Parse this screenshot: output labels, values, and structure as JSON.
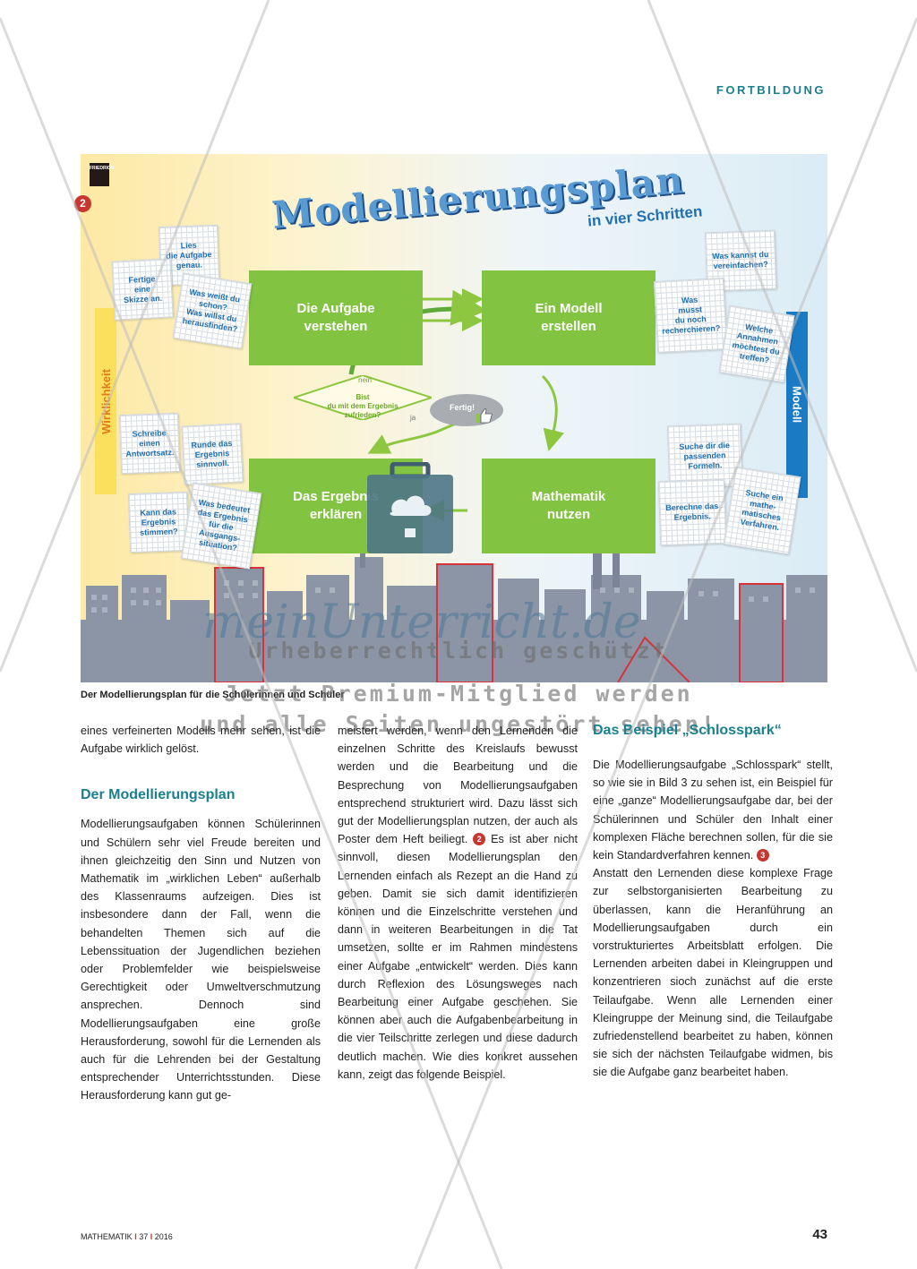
{
  "header": {
    "section": "FORTBILDUNG"
  },
  "poster": {
    "logo_text": "FRIEDRICH",
    "figure_number": "2",
    "title": "Modellierungsplan",
    "subtitle": "in vier Schritten",
    "side_left": "Wirklichkeit",
    "side_right": "Modell",
    "steps": {
      "verstehen": "Die Aufgabe\nverstehen",
      "modell": "Ein Modell\nerstellen",
      "erklaeren": "Das Ergebnis\nerklären",
      "nutzen": "Mathematik\nnutzen"
    },
    "decision": "Bist\ndu mit dem Ergebnis\nzufrieden?",
    "no_label": "nein",
    "yes_label": "ja",
    "done": "Fertig!",
    "notes": {
      "lies": "Lies\ndie Aufgabe\ngenau.",
      "skizze": "Fertige\neine\nSkizze an.",
      "weisst": "Was weißt du\nschon?\nWas willst du\nherausfinden?",
      "vereinfachen": "Was kannst du\nvereinfachen?",
      "recherchieren": "Was\nmusst\ndu noch\nrecherchieren?",
      "annahmen": "Welche\nAnnahmen\nmöchtest du\ntreffen?",
      "antwortsatz": "Schreibe\neinen\nAntwortsatz.",
      "runde": "Runde das\nErgebnis\nsinnvoll.",
      "stimmen": "Kann das\nErgebnis\nstimmen?",
      "bedeutet": "Was bedeutet\ndas Ergebnis\nfür die\nAusgangs-\nsituation?",
      "formeln": "Suche dir die\npassenden\nFormeln.",
      "berechne": "Berechne das\nErgebnis.",
      "verfahren": "Suche ein\nmathe-\nmatisches\nVerfahren."
    }
  },
  "watermark": {
    "brand": "meinUnterricht.de",
    "line1": "Urheberrechtlich geschützt",
    "line2": "Jetzt Premium-Mitglied werden",
    "line3": "und alle Seiten ungestört sehen!"
  },
  "caption": "Der Modellierungsplan für die Schülerinnen und Schüler",
  "col1": {
    "intro": "eines verfeinerten Modells mehr sehen, ist die Aufgabe wirklich gelöst.",
    "heading": "Der Modellierungsplan",
    "body": "Modellierungsaufgaben können Schülerinnen und Schülern sehr viel Freude bereiten und ihnen gleichzeitig den Sinn und Nutzen von Mathematik im „wirklichen Leben“ außerhalb des Klassenraums aufzeigen. Dies ist insbesondere dann der Fall, wenn die behandelten Themen sich auf die Lebenssituation der Jugendlichen beziehen oder Problemfelder wie beispielsweise Gerechtigkeit oder Umweltverschmutzung ansprechen. Dennoch sind Modellierungsaufgaben eine große Herausforderung, sowohl für die Lernenden als auch für die Lehrenden bei der Gestaltung entsprechender Unterrichtsstunden. Diese Herausforderung kann gut ge-"
  },
  "col2": {
    "part1": "meistert werden, wenn den Lernenden die einzelnen Schritte des Kreislaufs bewusst werden und die Bearbeitung und die Besprechung von Modellierungsaufgaben entsprechend strukturiert wird. Dazu lässt sich gut der Modellierungsplan nutzen, der auch als Poster dem Heft beiliegt.",
    "ref": "2",
    "part2": "Es ist aber nicht sinnvoll, diesen Modellierungsplan den Lernenden einfach als Rezept an die Hand zu geben. Damit sie sich damit identifizieren können und die Einzelschritte verstehen und dann in weiteren Bearbeitungen in die Tat umsetzen, sollte er im Rahmen mindestens einer Aufgabe „entwickelt“ werden. Dies kann durch Reflexion des Lösungsweges nach Bearbeitung einer Aufgabe geschehen. Sie können aber auch die Aufgabenbearbeitung in die vier Teilschritte zerlegen und diese dadurch deutlich machen. Wie dies konkret aussehen kann, zeigt das folgende Beispiel."
  },
  "col3": {
    "heading": "Das Beispiel „Schlosspark“",
    "part1": "Die Modellierungsaufgabe „Schlosspark“ stellt, so wie sie in Bild 3 zu sehen ist, ein Beispiel für eine „ganze“ Modellierungsaufgabe dar, bei der Schülerinnen und Schüler den Inhalt einer komplexen Fläche berechnen sollen, für die sie kein Standardverfahren kennen.",
    "ref": "3",
    "part2": "Anstatt den Lernenden diese komplexe Frage zur selbstorganisierten Bearbeitung zu überlassen, kann die Heranführung an Modellierungsaufgaben durch ein vorstrukturiertes Arbeitsblatt erfolgen. Die Lernenden arbeiten dabei in Kleingruppen und konzentrieren sioch zunächst auf die erste Teilaufgabe. Wenn alle Lernenden einer Kleingruppe der Meinung sind, die Teilaufgabe zufriedenstellend bearbeitet zu haben, können sie sich der nächsten Teilaufgabe widmen, bis sie die Aufgabe ganz bearbeitet haben."
  },
  "footer": {
    "journal": "MATHEMATIK",
    "issue": "37",
    "year": "2016",
    "sep": "I",
    "page": "43"
  }
}
